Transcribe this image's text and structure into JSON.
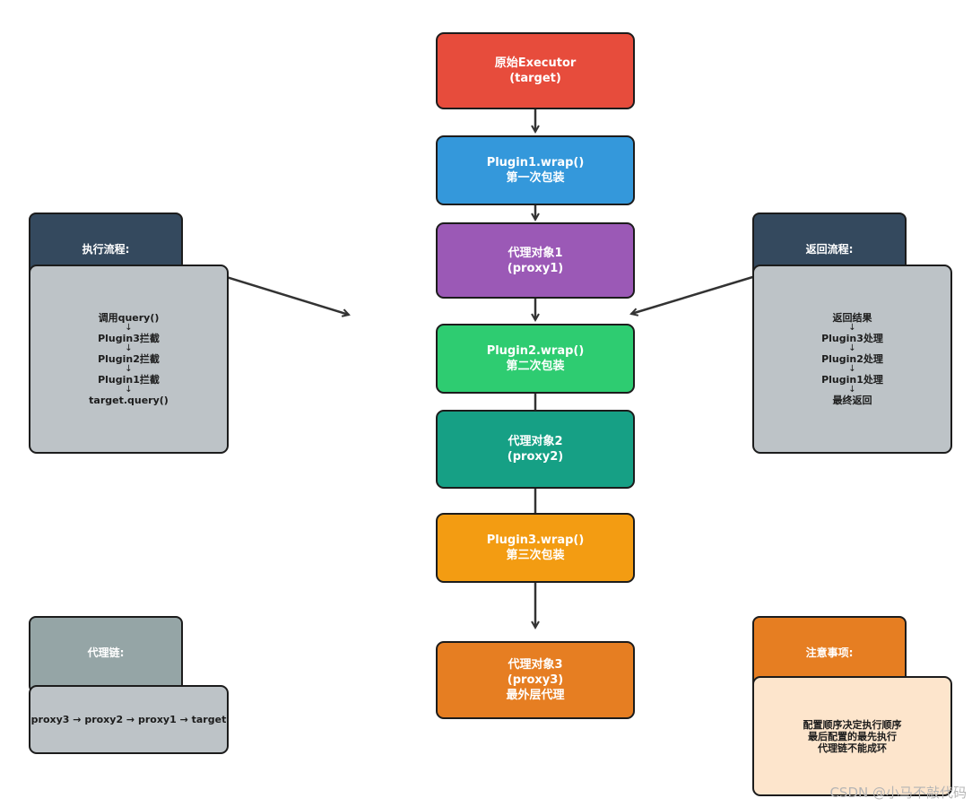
{
  "flow": {
    "nodes": [
      {
        "id": "executor",
        "lines": [
          "原始Executor",
          "(target)"
        ],
        "color": "#e74c3c"
      },
      {
        "id": "plugin1-wrap",
        "lines": [
          "Plugin1.wrap()",
          "第一次包装"
        ],
        "color": "#3498db"
      },
      {
        "id": "proxy1",
        "lines": [
          "代理对象1",
          "(proxy1)"
        ],
        "color": "#9b59b6"
      },
      {
        "id": "plugin2-wrap",
        "lines": [
          "Plugin2.wrap()",
          "第二次包装"
        ],
        "color": "#2ecc71"
      },
      {
        "id": "proxy2",
        "lines": [
          "代理对象2",
          "(proxy2)"
        ],
        "color": "#16a085"
      },
      {
        "id": "plugin3-wrap",
        "lines": [
          "Plugin3.wrap()",
          "第三次包装"
        ],
        "color": "#f39c12"
      },
      {
        "id": "proxy3",
        "lines": [
          "代理对象3",
          "(proxy3)",
          "最外层代理"
        ],
        "color": "#e67e22"
      }
    ]
  },
  "exec_panel": {
    "title": "执行流程:",
    "title_color": "#34495e",
    "steps": [
      "调用query()",
      "Plugin3拦截",
      "Plugin2拦截",
      "Plugin1拦截",
      "target.query()"
    ],
    "arrow": "↓",
    "body_color": "#bdc3c7"
  },
  "return_panel": {
    "title": "返回流程:",
    "title_color": "#34495e",
    "steps": [
      "返回结果",
      "Plugin3处理",
      "Plugin2处理",
      "Plugin1处理",
      "最终返回"
    ],
    "arrow": "↓",
    "body_color": "#bdc3c7"
  },
  "chain_panel": {
    "title": "代理链:",
    "title_color": "#95a5a6",
    "text": "proxy3 → proxy2 → proxy1 → target",
    "body_color": "#bdc3c7"
  },
  "notes_panel": {
    "title": "注意事项:",
    "title_color": "#e67e22",
    "lines": [
      "配置顺序决定执行顺序",
      "最后配置的最先执行",
      "代理链不能成环"
    ],
    "body_color": "#fde5cc"
  },
  "watermark": "CSDN @小马不敲代码"
}
